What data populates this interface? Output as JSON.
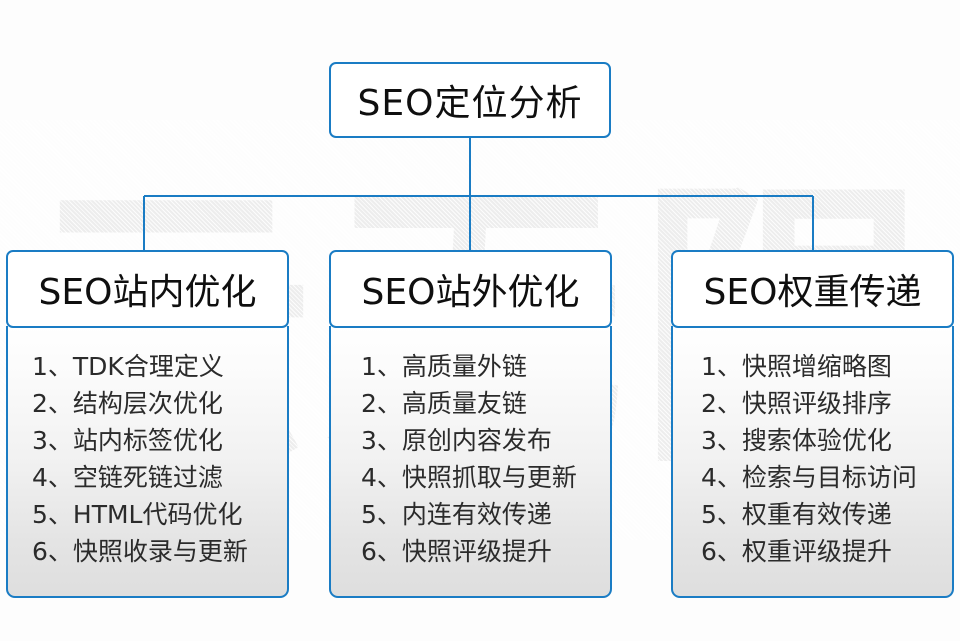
{
  "diagram": {
    "watermark_text": "云无限",
    "accent_color": "#1a7cc4",
    "text_color": "#0f0f0f",
    "root": {
      "title": "SEO定位分析"
    },
    "columns": [
      {
        "title": "SEO站内优化",
        "items": [
          "1、TDK合理定义",
          "2、结构层次优化",
          "3、站内标签优化",
          "4、空链死链过滤",
          "5、HTML代码优化",
          "6、快照收录与更新"
        ]
      },
      {
        "title": "SEO站外优化",
        "items": [
          "1、高质量外链",
          "2、高质量友链",
          "3、原创内容发布",
          "4、快照抓取与更新",
          "5、内连有效传递",
          "6、快照评级提升"
        ]
      },
      {
        "title": "SEO权重传递",
        "items": [
          "1、快照增缩略图",
          "2、快照评级排序",
          "3、搜索体验优化",
          "4、检索与目标访问",
          "5、权重有效传递",
          "6、权重评级提升"
        ]
      }
    ]
  }
}
